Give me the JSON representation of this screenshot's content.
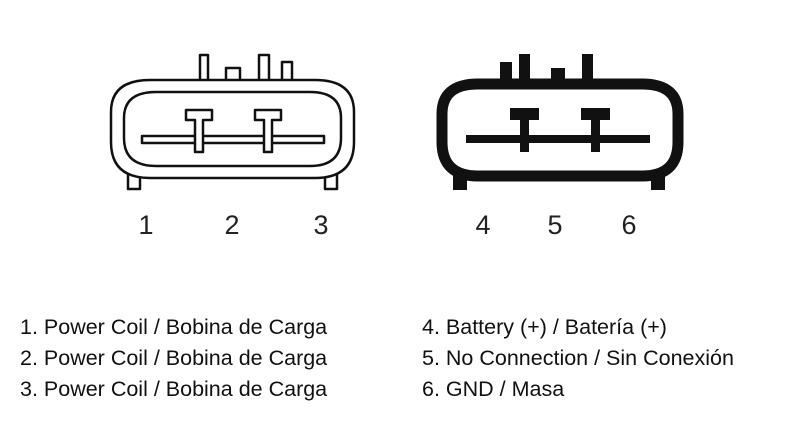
{
  "connector_left": {
    "pin_numbers": [
      "1",
      "2",
      "3"
    ]
  },
  "connector_right": {
    "pin_numbers": [
      "4",
      "5",
      "6"
    ]
  },
  "legend": {
    "left": [
      "1. Power Coil / Bobina de Carga",
      "2. Power Coil / Bobina de Carga",
      "3. Power Coil / Bobina de Carga"
    ],
    "right": [
      "4. Battery (+) / Batería (+)",
      "5. No Connection / Sin Conexión",
      "6. GND / Masa"
    ]
  },
  "colors": {
    "outline": "#111111",
    "background": "#ffffff"
  }
}
